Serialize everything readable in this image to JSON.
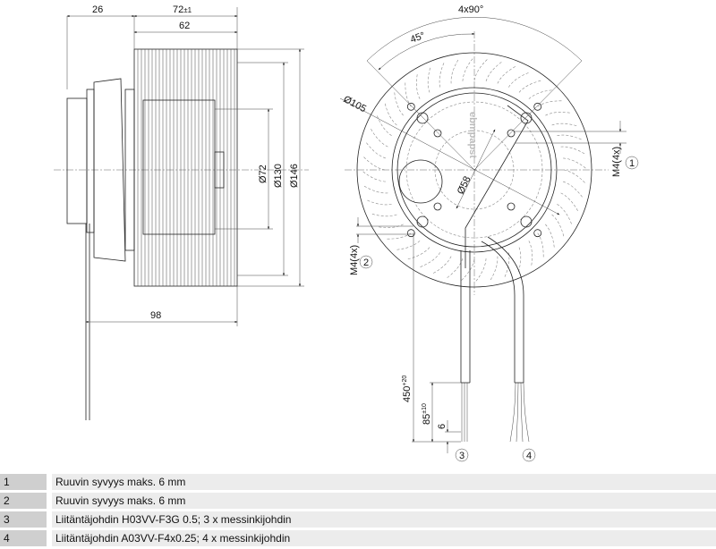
{
  "side_view": {
    "dim_26": "26",
    "dim_72": "72",
    "dim_72_tol": "±1",
    "dim_62": "62",
    "dia_72": "Ø72",
    "dia_130": "Ø130",
    "dia_146": "Ø146",
    "dim_98": "98"
  },
  "front_view": {
    "angle_4x90": "4x90°",
    "angle_45": "45°",
    "dia_105": "105",
    "dia_58": "Ø58",
    "thread_1": "M4(4x)",
    "thread_2": "M4(4x)",
    "logo": "ebmpapst",
    "callout_1": "1",
    "callout_2": "2"
  },
  "cables": {
    "len_450": "450",
    "len_450_tol": "+20",
    "len_85": "85",
    "len_85_tol": "±10",
    "len_6": "6",
    "callout_3": "3",
    "callout_4": "4"
  },
  "legend": [
    {
      "num": "1",
      "text": "Ruuvin syvyys maks. 6 mm"
    },
    {
      "num": "2",
      "text": "Ruuvin syvyys maks. 6 mm"
    },
    {
      "num": "3",
      "text": "Liitäntäjohdin H03VV-F3G 0.5; 3 x messinkijohdin"
    },
    {
      "num": "4",
      "text": "Liitäntäjohdin A03VV-F4x0.25; 4 x messinkijohdin"
    }
  ]
}
